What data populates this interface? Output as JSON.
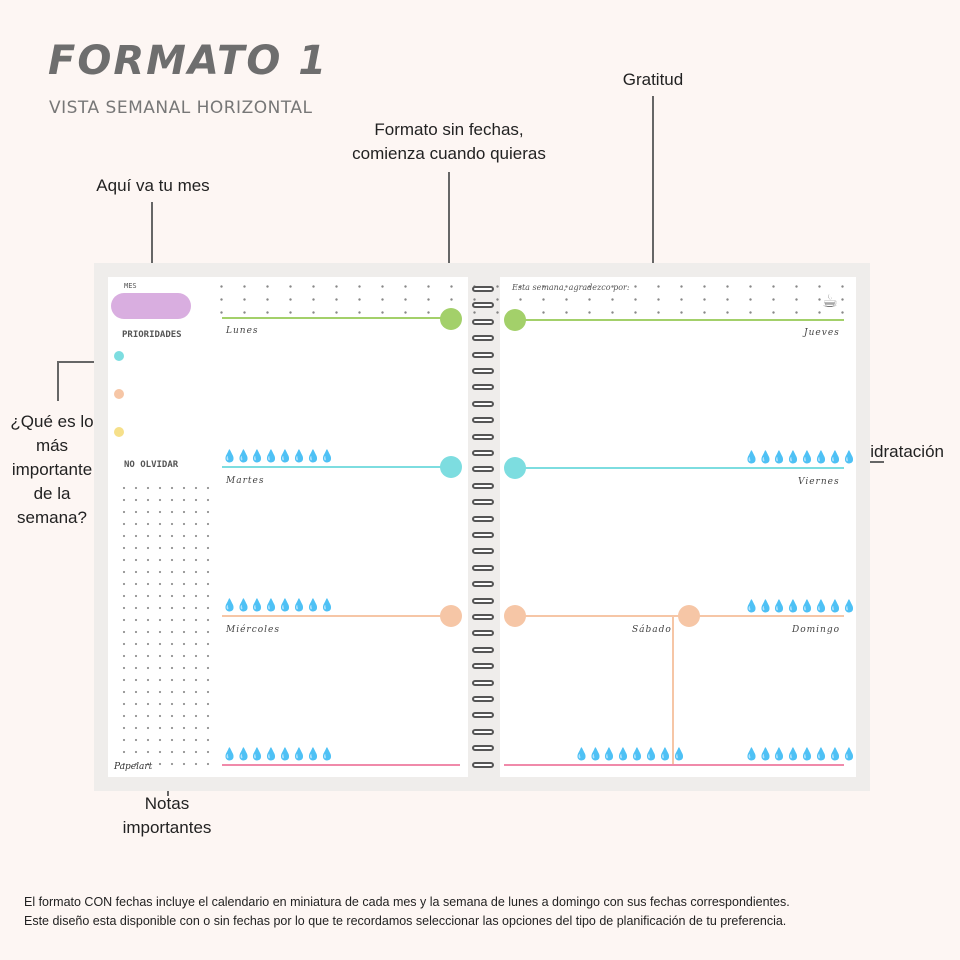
{
  "header": {
    "title": "FORMATO 1",
    "subtitle": "VISTA SEMANAL HORIZONTAL"
  },
  "callouts": {
    "gratitud": "Gratitud",
    "sin_fechas_1": "Formato sin fechas,",
    "sin_fechas_2": "comienza cuando quieras",
    "mes": "Aquí va tu mes",
    "importante_1": "¿Qué es lo",
    "importante_2": "más",
    "importante_3": "importante",
    "importante_4": "de la",
    "importante_5": "semana?",
    "hidratacion": "Hidratación",
    "notas_1": "Notas",
    "notas_2": "importantes"
  },
  "planner": {
    "mes_label": "MES",
    "prioridades_label": "PRIORIDADES",
    "no_olvidar_label": "NO OLVIDAR",
    "gratitud_prompt": "Esta semana, agradezco por:",
    "days": {
      "lunes": "Lunes",
      "martes": "Martes",
      "miercoles": "Miércoles",
      "jueves": "Jueves",
      "viernes": "Viernes",
      "sabado": "Sábado",
      "domingo": "Domingo"
    },
    "drops": "💧💧💧💧💧💧💧💧",
    "logo": "Papelart"
  },
  "colors": {
    "green": "#a3d06a",
    "cyan": "#7ddde0",
    "peach": "#f6c6a6",
    "pink": "#f08aaa",
    "lavender": "#d9aee0",
    "yellow": "#f6e08a"
  },
  "footer": {
    "line1": "El formato CON fechas incluye el calendario en miniatura de cada mes y la semana de lunes a domingo con sus fechas correspondientes.",
    "line2": "Este diseño esta disponible con o sin fechas por lo que te recordamos seleccionar las opciones del tipo de planificación de tu preferencia."
  }
}
